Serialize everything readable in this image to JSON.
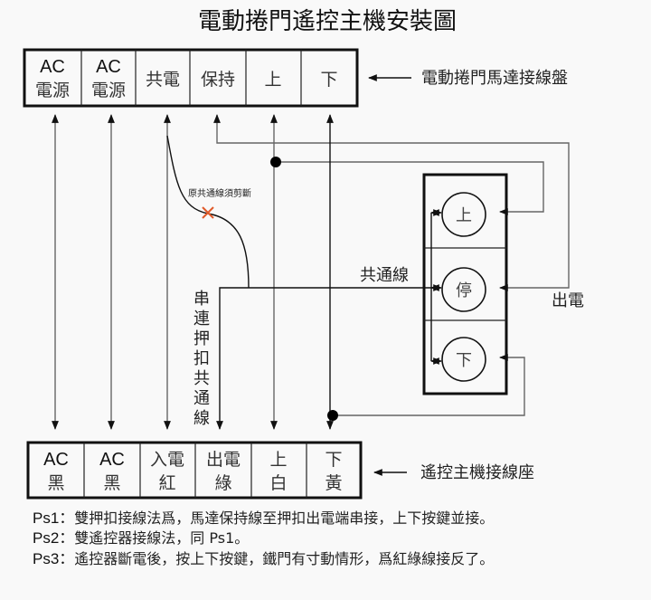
{
  "title": "電動捲門遙控主機安裝圖",
  "motor_board": {
    "label": "電動捲門馬達接線盤",
    "cells": [
      {
        "line1": "AC",
        "line2": "電源"
      },
      {
        "line1": "AC",
        "line2": "電源"
      },
      {
        "line1": "共電",
        "line2": ""
      },
      {
        "line1": "保持",
        "line2": ""
      },
      {
        "line1": "上",
        "line2": ""
      },
      {
        "line1": "下",
        "line2": ""
      }
    ]
  },
  "receiver_socket": {
    "label": "遙控主機接線座",
    "cells": [
      {
        "line1": "AC",
        "line2": "黑"
      },
      {
        "line1": "AC",
        "line2": "黑"
      },
      {
        "line1": "入電",
        "line2": "紅"
      },
      {
        "line1": "出電",
        "line2": "綠"
      },
      {
        "line1": "上",
        "line2": "白"
      },
      {
        "line1": "下",
        "line2": "黃"
      }
    ]
  },
  "push_switch": {
    "buttons": [
      "上",
      "停",
      "下"
    ],
    "common_label": "共通線",
    "power_out_label": "出電"
  },
  "annotations": {
    "cut_note": "原共通線須剪斷",
    "series_note": "串連押扣共通線",
    "cut_mark_color": "#e05a2a"
  },
  "notes": [
    {
      "tag": "Ps1：",
      "text": "雙押扣接線法爲，馬達保持線至押扣出電端串接，上下按鍵並接。"
    },
    {
      "tag": "Ps2：",
      "text": "雙遙控器接線法，同 Ps1。"
    },
    {
      "tag": "Ps3：",
      "text": "遙控器斷電後，按上下按鍵，鐵門有寸動情形，爲紅綠線接反了。"
    }
  ]
}
